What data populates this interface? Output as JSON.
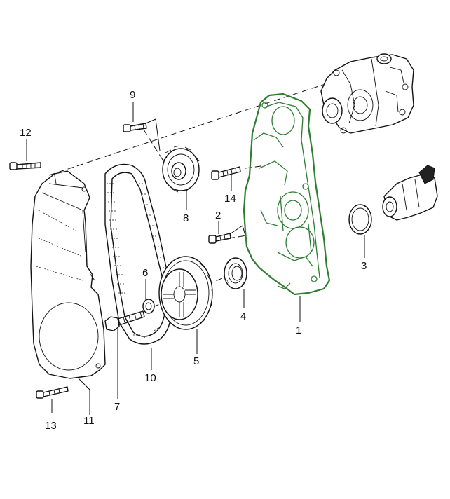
{
  "callouts": {
    "c1": "1",
    "c2": "2",
    "c3": "3",
    "c4": "4",
    "c5": "5",
    "c6": "6",
    "c7": "7",
    "c8": "8",
    "c9": "9",
    "c10": "10",
    "c11": "11",
    "c12": "12",
    "c13": "13",
    "c14": "14"
  },
  "colors": {
    "highlight": "#2e7d32",
    "line": "#111111",
    "background": "#ffffff"
  }
}
